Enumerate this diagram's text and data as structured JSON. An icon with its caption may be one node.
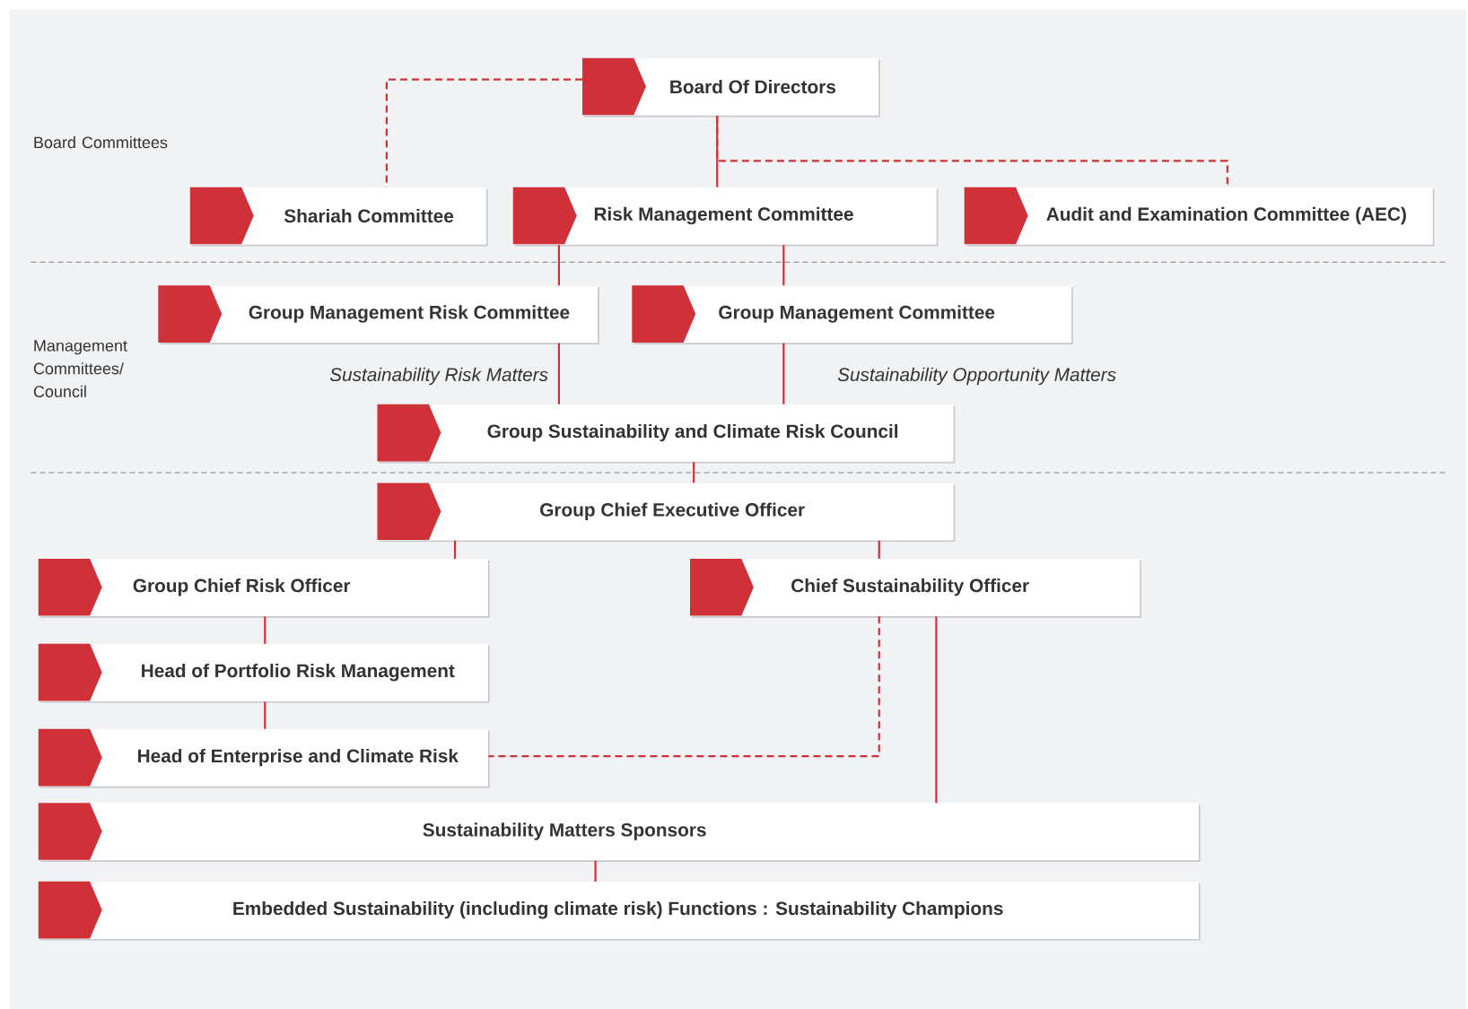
{
  "diagram": {
    "nodes": [
      {
        "text": [
          "Board Of Directors"
        ]
      },
      {
        "text": [
          "Shariah Committee"
        ]
      },
      {
        "text": [
          "Risk Management Committee"
        ]
      },
      {
        "text": [
          "Audit and Examination Committee (AEC)"
        ]
      },
      {
        "text": [
          "Group Management Risk Committee"
        ]
      },
      {
        "text": [
          "Group Management Committee"
        ]
      },
      {
        "text": [
          "Group Sustainability and Climate Risk Council"
        ]
      },
      {
        "text": [
          "Group Chief Executive Officer"
        ]
      },
      {
        "text": [
          "Group Chief Risk Officer"
        ]
      },
      {
        "text": [
          "Chief Sustainability Officer"
        ]
      },
      {
        "text": [
          "Head of Portfolio Risk Management"
        ]
      },
      {
        "text": [
          "Head of Enterprise and Climate Risk"
        ]
      },
      {
        "text": [
          "Sustainability Matters Sponsors"
        ]
      },
      {
        "text": [
          "Embedded Sustainability (including climate risk) Functions : Sustainability Champions"
        ]
      }
    ],
    "edges": [
      {
        "from": 0,
        "to": 1,
        "arrow": "none",
        "style": "dashed"
      },
      {
        "from": 0,
        "to": 2,
        "arrow": "none"
      },
      {
        "from": 0,
        "to": 3,
        "arrow": "none",
        "style": "dashed"
      },
      {
        "from": 2,
        "to": 4,
        "arrow": "none"
      },
      {
        "from": 2,
        "to": 5,
        "arrow": "none"
      },
      {
        "from": 4,
        "to": 6,
        "arrow": "none",
        "label": "Sustainability Risk Matters"
      },
      {
        "from": 5,
        "to": 6,
        "arrow": "none",
        "label": "Sustainability Opportunity Matters"
      },
      {
        "from": 6,
        "to": 7,
        "arrow": "none"
      },
      {
        "from": 7,
        "to": 8,
        "arrow": "none"
      },
      {
        "from": 7,
        "to": 9,
        "arrow": "none"
      },
      {
        "from": 8,
        "to": 10,
        "arrow": "none"
      },
      {
        "from": 10,
        "to": 11,
        "arrow": "none"
      },
      {
        "from": 9,
        "to": 11,
        "arrow": "none",
        "style": "dashed"
      },
      {
        "from": 9,
        "to": 12,
        "arrow": "none"
      },
      {
        "from": 12,
        "to": 13,
        "arrow": "none"
      }
    ],
    "labels": [
      "Board Committees",
      "Management Committees/ Council"
    ]
  }
}
